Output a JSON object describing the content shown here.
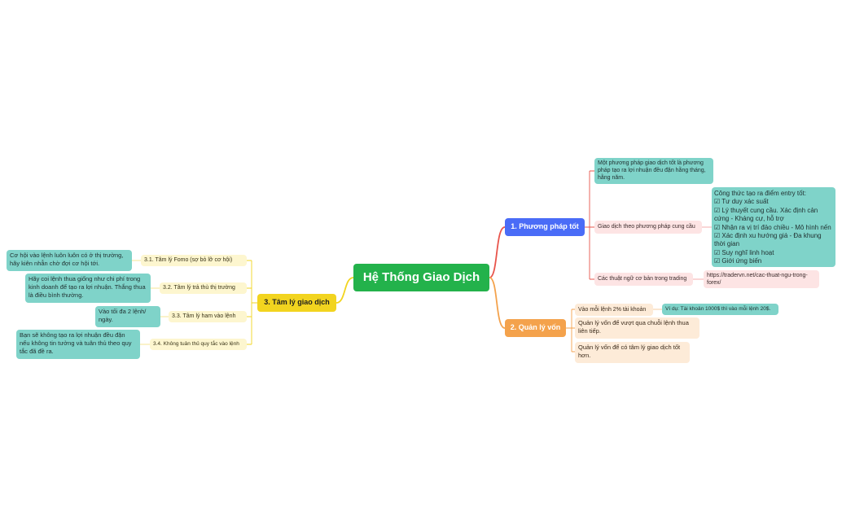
{
  "root": "Hệ Thống Giao Dịch",
  "colors": {
    "root": "#23b24b",
    "branch1": "#4a6cf7",
    "branch2": "#f4a24c",
    "branch3": "#f2d41f",
    "teal": "#7fd3c9"
  },
  "branch1": {
    "title": "1. Phương pháp tốt",
    "note": "Một phương pháp giao dịch tốt là phương pháp tạo ra lợi nhuận đều đặn hằng tháng, hằng năm.",
    "supply_demand": "Giao dịch theo phương pháp cung cầu",
    "entry_formula": "Công thức tạo ra điểm entry tốt:\n☑ Tư duy xác suất\n☑ Lý thuyết cung cầu. Xác định cản cứng - Kháng cự, hỗ trợ\n☑ Nhận ra vị trí đảo chiều - Mô hình nến\n☑ Xác định xu hướng giá - Đa khung thời gian\n☑ Suy nghĩ linh hoạt\n☑ Giới ứng biến",
    "terms": "Các thuật ngữ cơ bản trong trading",
    "terms_link": "https://tradervn.net/cac-thuat-ngu-trong-forex/"
  },
  "branch2": {
    "title": "2. Quản lý vốn",
    "rule": "Vào mỗi lệnh 2% tài khoản",
    "example": "Ví dụ: Tài khoản 1000$ thì vào mỗi lệnh 20$.",
    "point1": "Quản lý vốn để vượt qua chuỗi lệnh thua liên tiếp.",
    "point2": "Quản lý vốn để có tâm lý giao dịch tốt hơn."
  },
  "branch3": {
    "title": "3. Tâm lý giao dịch",
    "items": [
      {
        "label": "3.1. Tâm lý Fomo (sợ bỏ lỡ cơ hội)",
        "note": "Cơ hội vào lệnh luôn luôn có ở thị trường, hãy kiên nhẫn chờ đợi cơ hội tới."
      },
      {
        "label": "3.2. Tâm lý trả thù thị trường",
        "note": "Hãy coi lệnh thua giống như chi phí trong kinh doanh để tạo ra lợi nhuận. Thắng thua là điều bình thường."
      },
      {
        "label": "3.3. Tâm lý ham vào lệnh",
        "note": "Vào tối đa 2 lệnh/ ngày."
      },
      {
        "label": "3.4. Không tuân thủ quy tắc vào lệnh",
        "note": "Bạn sẽ không tạo ra lợi nhuận đều đặn nếu không tin tưởng và tuân thủ theo quy tắc đã đề ra."
      }
    ]
  }
}
